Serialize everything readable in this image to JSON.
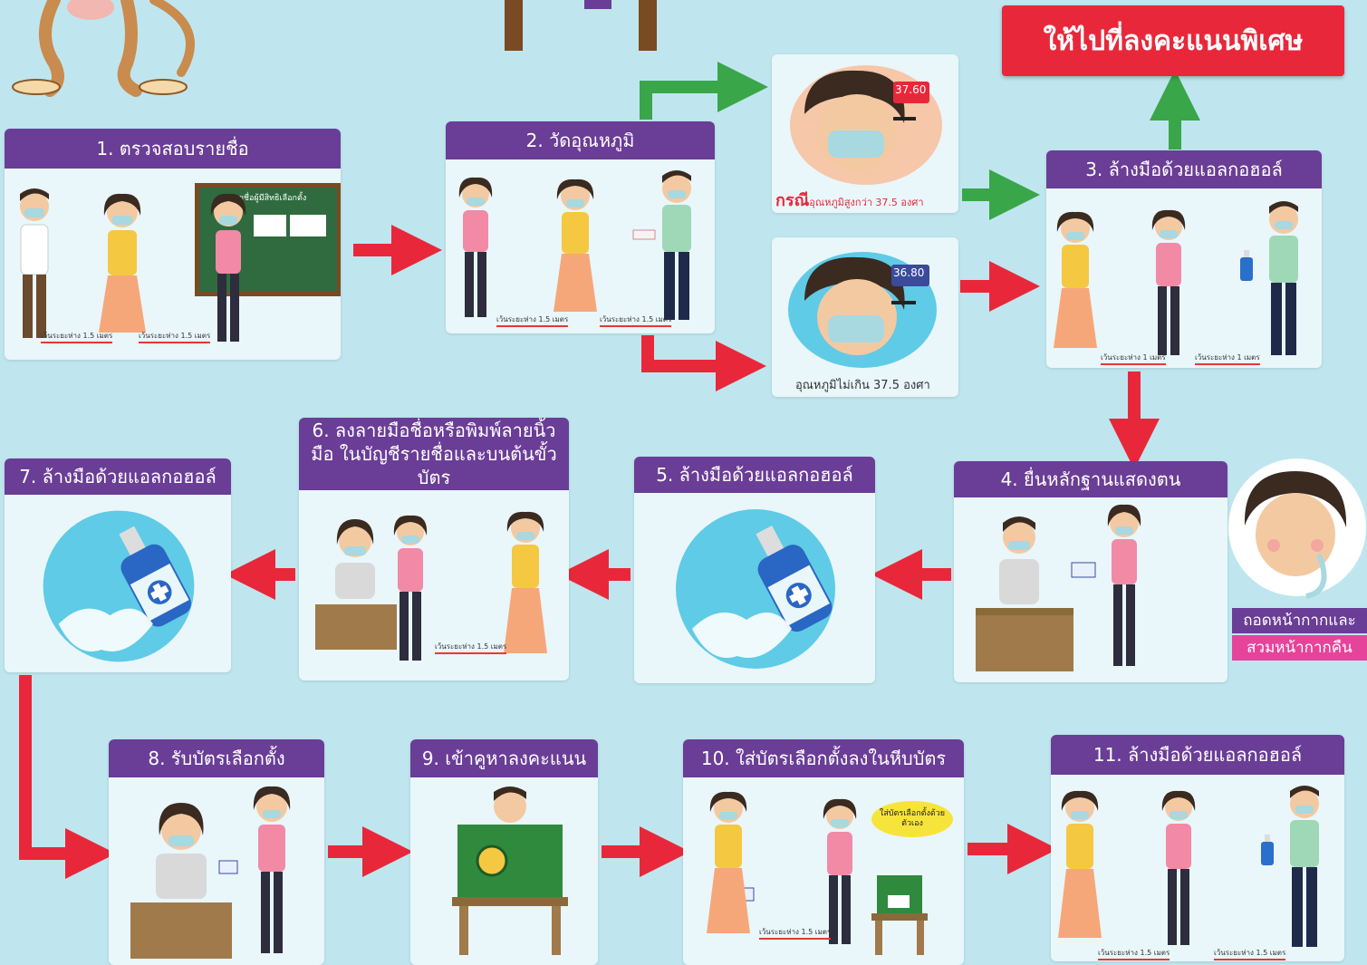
{
  "special_station": "ให้ไปที่ลงคะแนนพิเศษ",
  "steps": [
    {
      "label": "1. ตรวจสอบรายชื่อ"
    },
    {
      "label": "2. วัดอุณหภูมิ"
    },
    {
      "label": "3. ล้างมือด้วยแอลกอฮอล์"
    },
    {
      "label": "4. ยื่นหลักฐานแสดงตน"
    },
    {
      "label": "5. ล้างมือด้วยแอลกอฮอล์"
    },
    {
      "label": "6. ลงลายมือชื่อหรือพิมพ์ลายนิ้วมือ ในบัญชีรายชื่อและบนต้นขั้วบัตร"
    },
    {
      "label": "7. ล้างมือด้วยแอลกอฮอล์"
    },
    {
      "label": "8. รับบัตรเลือกตั้ง"
    },
    {
      "label": "9. เข้าคูหาลงคะแนน"
    },
    {
      "label": "10. ใส่บัตรเลือกตั้งลงในหีบบัตร"
    },
    {
      "label": "11. ล้างมือด้วยแอลกอฮอล์"
    }
  ],
  "board_title": "รายชื่อผู้มีสิทธิเลือกตั้ง",
  "distance_15": "เว้นระยะห่าง 1.5 เมตร",
  "distance_1": "เว้นระยะห่าง 1 เมตร",
  "temp_high": {
    "reading": "37.60",
    "prefix": "กรณี",
    "text": "อุณหภูมิสูงกว่า 37.5 องศา"
  },
  "temp_normal": {
    "reading": "36.80",
    "text": "อุณหภูมิไม่เกิน 37.5 องศา"
  },
  "mask_note": {
    "line1": "ถอดหน้ากากและ",
    "line2": "สวมหน้ากากคืน"
  },
  "speech_bubble": "ใส่บัตรเลือกตั้งด้วยตัวเอง",
  "colors": {
    "header": "#6a3d96",
    "arrow_red": "#e8283a",
    "arrow_green": "#3aa64a",
    "background": "#bfe6ee",
    "mask_pink": "#e5449a"
  }
}
